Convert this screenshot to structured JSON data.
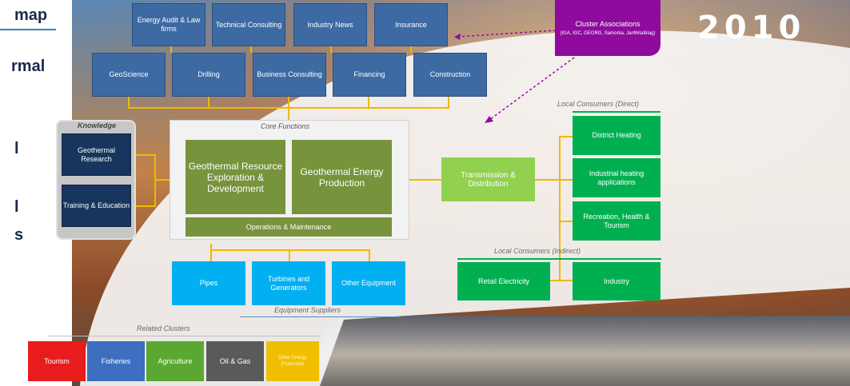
{
  "year": "2010",
  "left_partial": {
    "words": [
      "map",
      "rmal",
      "l",
      "l",
      "s"
    ]
  },
  "services_row1": [
    "Energy Audit & Law firms",
    "Technical Consulting",
    "Industry News",
    "Insurance"
  ],
  "services_row2": [
    "GeoScience",
    "Drilling",
    "Business Consulting",
    "Financing",
    "Construction"
  ],
  "cluster": {
    "title": "Cluster Associations",
    "members": "(IGA, IGC, GEORG, Samorka, Jarðhitafélag)"
  },
  "knowledge": {
    "title": "Knowledge",
    "items": [
      "Geothermal Research",
      "Training & Education"
    ]
  },
  "core": {
    "title": "Core Functions",
    "exploration": "Geothermal Resource Exploration & Development",
    "production": "Geothermal Energy Production",
    "operations": "Operations & Maintenance"
  },
  "transmission": "Transmission & Distribution",
  "direct": {
    "title": "Local Consumers (Direct)",
    "items": [
      "District Heating",
      "Industrial heating applications",
      "Recreation, Health & Tourism"
    ]
  },
  "indirect": {
    "title": "Local Consumers (Indirect)",
    "items": [
      "Retail Electricity",
      "Industry"
    ]
  },
  "equipment": {
    "title": "Equipment Suppliers",
    "items": [
      "Pipes",
      "Turbines and Generators",
      "Other Equipment"
    ]
  },
  "related": {
    "title": "Related Clusters",
    "items": [
      "Tourism",
      "Fisheries",
      "Agriculture",
      "Oil & Gas",
      "Other Energy Production"
    ]
  },
  "colors": {
    "service_blue": "#3d6aa3",
    "navy": "#17365d",
    "core_green": "#77933c",
    "transmission_green": "#92d050",
    "consumer_green": "#00b050",
    "equipment_cyan": "#00b0f0",
    "cluster_purple": "#8e0b9e",
    "connector_yellow": "#f0b800",
    "tourism_red": "#e81c1c",
    "fisheries_blue": "#3d6ec0",
    "agriculture_green": "#5aa832",
    "oilgas_gray": "#5a5a5a",
    "otherenergy_yellow": "#f0c000"
  }
}
